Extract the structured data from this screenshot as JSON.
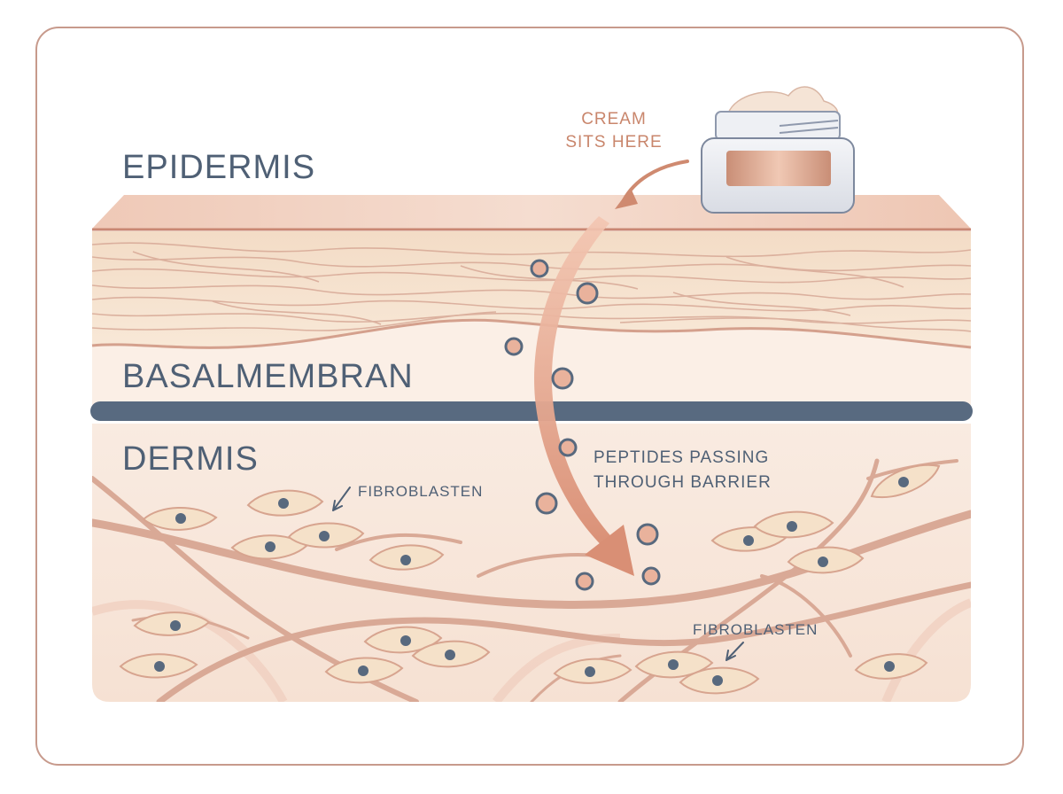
{
  "labels": {
    "epidermis": "EPIDERMIS",
    "basalmembran": "BASALMEMBRAN",
    "dermis": "DERMIS",
    "cream_line1": "CREAM",
    "cream_line2": "SITS HERE",
    "peptides_line1": "PEPTIDES PASSING",
    "peptides_line2": "THROUGH BARRIER",
    "fibroblasten_left": "FIBROBLASTEN",
    "fibroblasten_right": "FIBROBLASTEN"
  },
  "colors": {
    "frame": "#c79a8c",
    "text_dark": "#4f6075",
    "text_copper": "#c9866c",
    "basal_line": "#586a80",
    "epidermis_fill": "#f6e3cf",
    "dermis_fill": "#f8e6da",
    "fibroblast_fill": "#f5e1c9",
    "peptide_fill": "#e9b29c"
  },
  "icons": [
    "cream-jar-icon",
    "peptide-dot-icon",
    "fibroblast-cell-icon",
    "arrow-icon"
  ]
}
